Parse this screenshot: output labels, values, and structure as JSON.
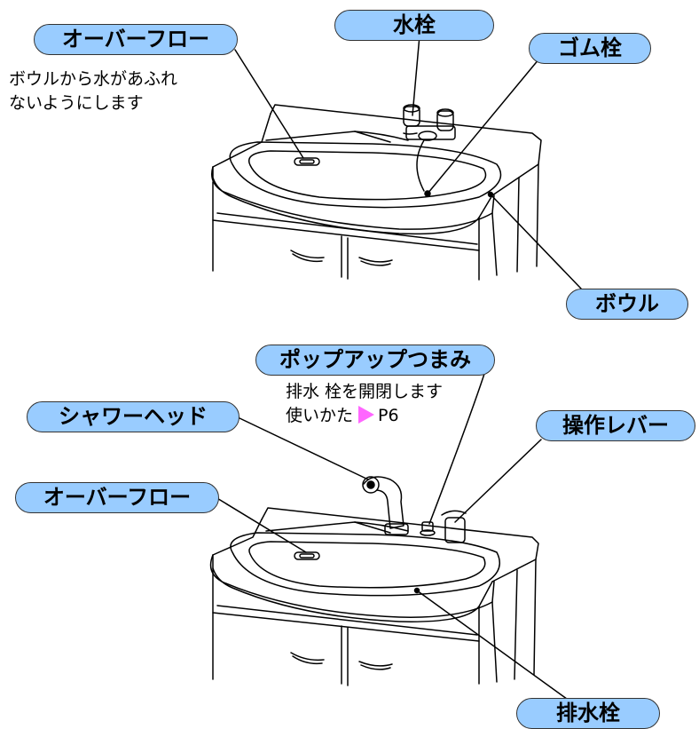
{
  "top": {
    "labels": {
      "overflow": "オーバーフロー",
      "faucet": "水栓",
      "rubber_stopper": "ゴム栓",
      "bowl": "ボウル"
    },
    "overflow_note": [
      "ボウルから水があふれ",
      "ないようにします"
    ]
  },
  "bottom": {
    "labels": {
      "popup_knob": "ポップアップつまみ",
      "shower_head": "シャワーヘッド",
      "lever": "操作レバー",
      "overflow": "オーバーフロー",
      "drain_plug": "排水栓"
    },
    "popup_note_line1": "排水 栓を開閉します",
    "popup_note_line2": "使いかた",
    "popup_note_ref": "P6"
  },
  "colors": {
    "label_fill": "#99ccff",
    "arrow": "#ff66ff"
  },
  "icons": {
    "ref_arrow": "right-triangle-icon"
  }
}
